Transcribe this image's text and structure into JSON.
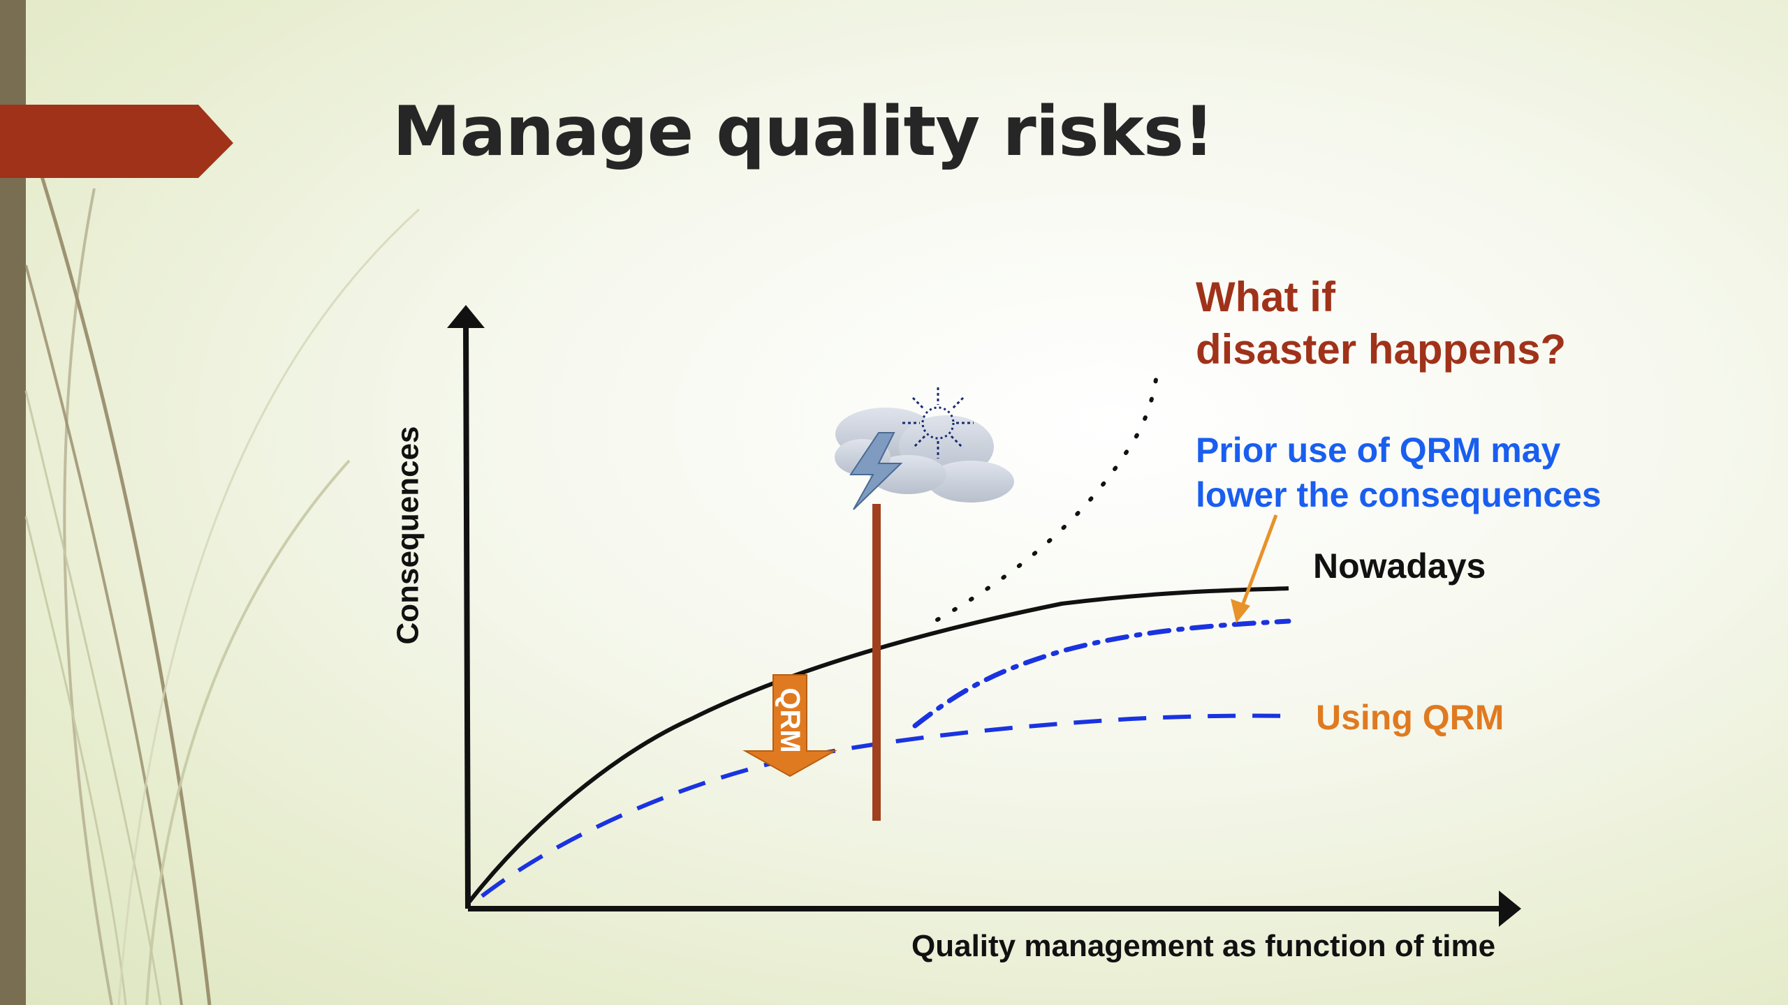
{
  "slide": {
    "title": "Manage quality risks!"
  },
  "diagram": {
    "annotation_disaster": "What if\ndisaster happens?",
    "annotation_prior_qrm": "Prior use of QRM may\nlower the consequences",
    "label_nowadays": "Nowadays",
    "label_using_qrm": "Using QRM",
    "arrow_label": "QRM",
    "x_axis_label": "Quality management as function of time",
    "y_axis_label": "Consequences",
    "icons": [
      "storm-cloud-icon",
      "lightning-bolt-icon",
      "sun-burst-icon"
    ]
  },
  "colors": {
    "accent_red": "#a0321a",
    "accent_blue": "#1a5ef0",
    "accent_orange": "#e07a20",
    "sidebar_brown": "#7a6e52",
    "pole_brown": "#a0401e"
  }
}
